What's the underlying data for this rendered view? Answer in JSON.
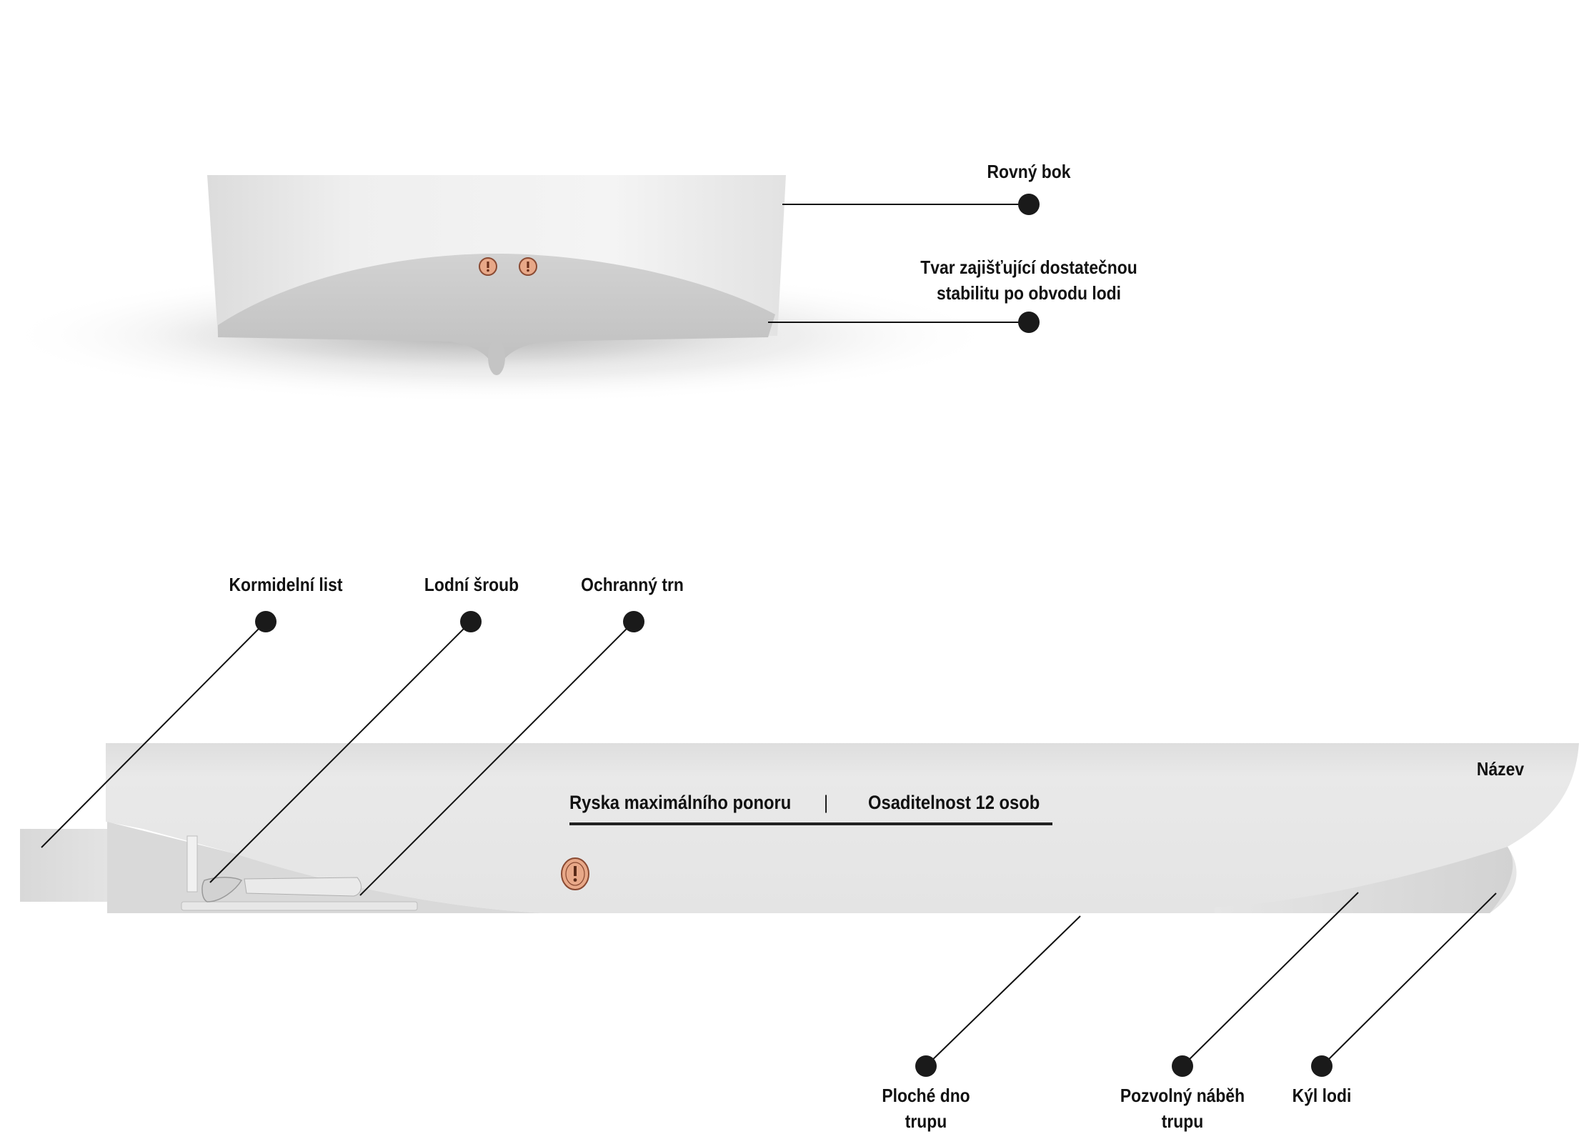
{
  "front_view": {
    "callouts": {
      "straight_side": "Rovný bok",
      "stability_shape_line1": "Tvar zajišťující dostatečnou",
      "stability_shape_line2": "stabilitu po obvodu lodi"
    }
  },
  "side_view": {
    "callouts": {
      "rudder": "Kormidelní list",
      "propeller": "Lodní šroub",
      "guard_spike": "Ochranný trn",
      "name": "Název",
      "flat_bottom_line1": "Ploché dno",
      "flat_bottom_line2": "trupu",
      "gradual_rise_line1": "Pozvolný náběh",
      "gradual_rise_line2": "trupu",
      "keel": "Kýl lodi"
    },
    "waterline": {
      "max_draft": "Ryska maximálního ponoru",
      "separator": "|",
      "capacity": "Osaditelnost 12 osob"
    }
  },
  "colors": {
    "hull_light": "#ececec",
    "hull_mid": "#d6d6d6",
    "hull_shadow": "#bdbdbd",
    "callout_dot": "#1a1a1a",
    "warning_badge": "#e8a888",
    "warning_badge_stroke": "#8a4a32"
  }
}
